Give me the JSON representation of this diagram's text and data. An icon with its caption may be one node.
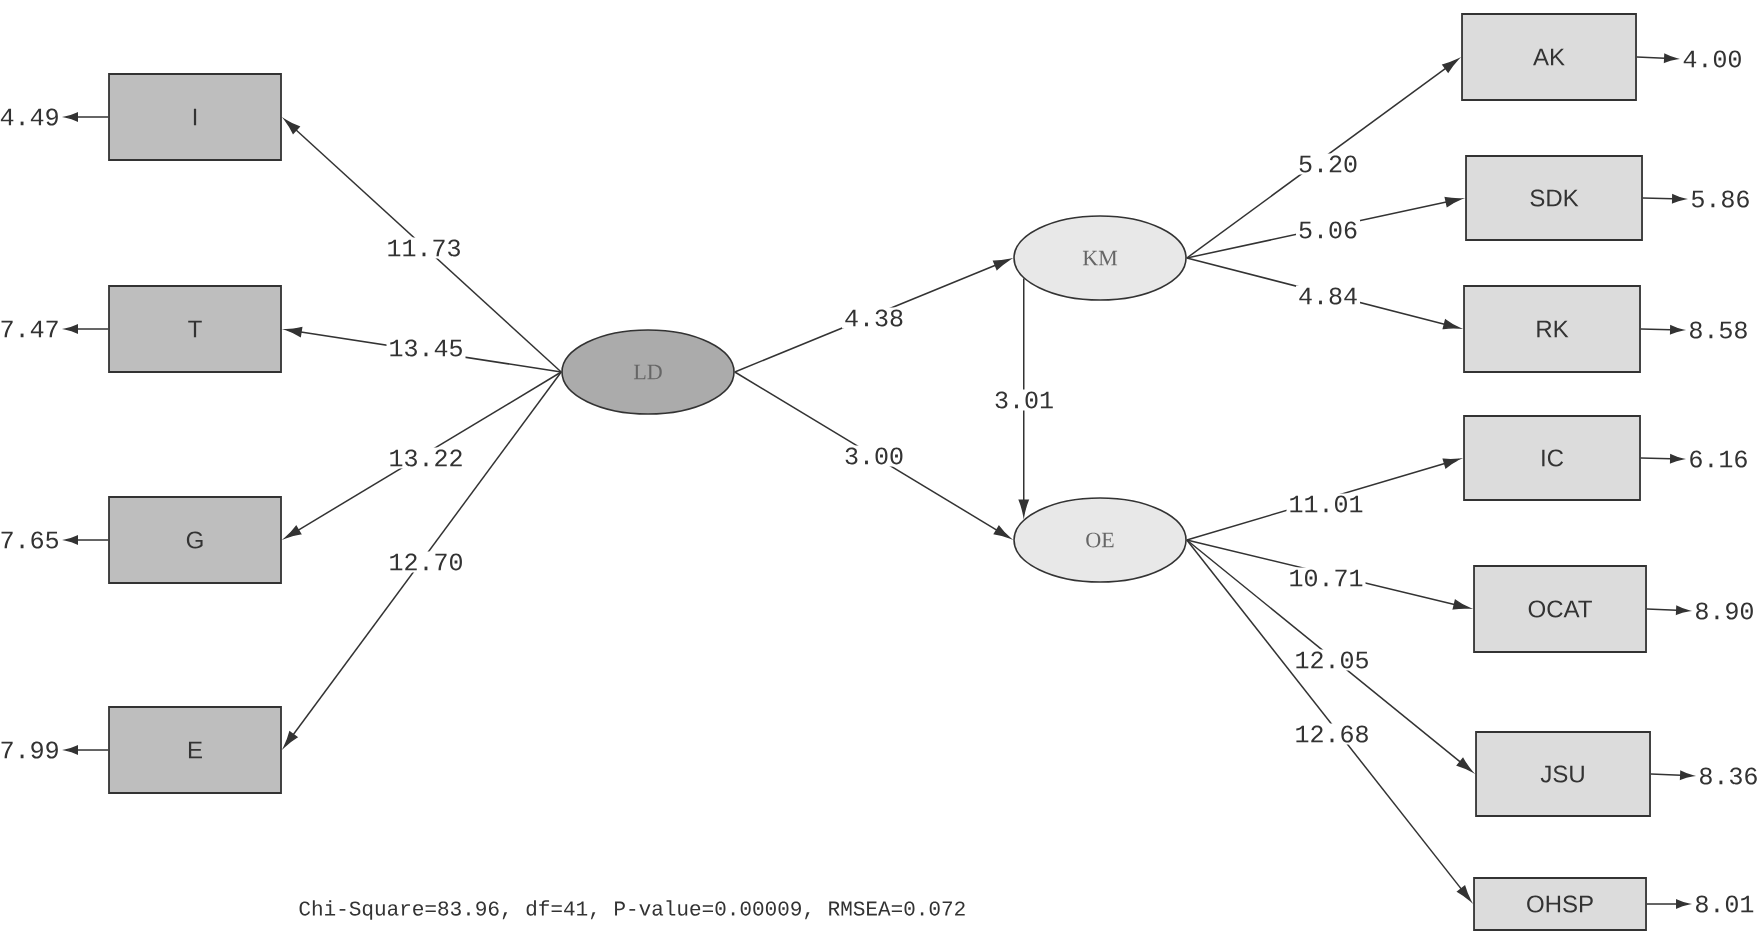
{
  "diagram": {
    "nodes": [
      {
        "text": [
          "I"
        ]
      },
      {
        "text": [
          "T"
        ]
      },
      {
        "text": [
          "G"
        ]
      },
      {
        "text": [
          "E"
        ]
      },
      {
        "text": [
          "LD"
        ]
      },
      {
        "text": [
          "KM"
        ]
      },
      {
        "text": [
          "OE"
        ]
      },
      {
        "text": [
          "AK"
        ]
      },
      {
        "text": [
          "SDK"
        ]
      },
      {
        "text": [
          "RK"
        ]
      },
      {
        "text": [
          "IC"
        ]
      },
      {
        "text": [
          "OCAT"
        ]
      },
      {
        "text": [
          "JSU"
        ]
      },
      {
        "text": [
          "OHSP"
        ]
      },
      {
        "text": [
          "4.49"
        ]
      },
      {
        "text": [
          "7.47"
        ]
      },
      {
        "text": [
          "7.65"
        ]
      },
      {
        "text": [
          "7.99"
        ]
      },
      {
        "text": [
          "4.00"
        ]
      },
      {
        "text": [
          "5.86"
        ]
      },
      {
        "text": [
          "8.58"
        ]
      },
      {
        "text": [
          "6.16"
        ]
      },
      {
        "text": [
          "8.90"
        ]
      },
      {
        "text": [
          "8.36"
        ]
      },
      {
        "text": [
          "8.01"
        ]
      }
    ],
    "edges": [
      {
        "from": 4,
        "to": 0,
        "arrow": "to",
        "label": "11.73"
      },
      {
        "from": 4,
        "to": 1,
        "arrow": "to",
        "label": "13.45"
      },
      {
        "from": 4,
        "to": 2,
        "arrow": "to",
        "label": "13.22"
      },
      {
        "from": 4,
        "to": 3,
        "arrow": "to",
        "label": "12.70"
      },
      {
        "from": 4,
        "to": 5,
        "arrow": "to",
        "label": "4.38"
      },
      {
        "from": 4,
        "to": 6,
        "arrow": "to",
        "label": "3.00"
      },
      {
        "from": 5,
        "to": 6,
        "arrow": "to",
        "label": "3.01"
      },
      {
        "from": 5,
        "to": 7,
        "arrow": "to",
        "label": "5.20"
      },
      {
        "from": 5,
        "to": 8,
        "arrow": "to",
        "label": "5.06"
      },
      {
        "from": 5,
        "to": 9,
        "arrow": "to",
        "label": "4.84"
      },
      {
        "from": 6,
        "to": 10,
        "arrow": "to",
        "label": "11.01"
      },
      {
        "from": 6,
        "to": 11,
        "arrow": "to",
        "label": "10.71"
      },
      {
        "from": 6,
        "to": 12,
        "arrow": "to",
        "label": "12.05"
      },
      {
        "from": 6,
        "to": 13,
        "arrow": "to",
        "label": "12.68"
      },
      {
        "from": 0,
        "to": 14,
        "arrow": "to"
      },
      {
        "from": 1,
        "to": 15,
        "arrow": "to"
      },
      {
        "from": 2,
        "to": 16,
        "arrow": "to"
      },
      {
        "from": 3,
        "to": 17,
        "arrow": "to"
      },
      {
        "from": 7,
        "to": 18,
        "arrow": "to"
      },
      {
        "from": 8,
        "to": 19,
        "arrow": "to"
      },
      {
        "from": 9,
        "to": 20,
        "arrow": "to"
      },
      {
        "from": 10,
        "to": 21,
        "arrow": "to"
      },
      {
        "from": 11,
        "to": 22,
        "arrow": "to"
      },
      {
        "from": 12,
        "to": 23,
        "arrow": "to"
      },
      {
        "from": 13,
        "to": 24,
        "arrow": "to"
      }
    ],
    "labels": [
      "Chi-Square=83.96, df=41, P-value=0.00009, RMSEA=0.072"
    ]
  }
}
